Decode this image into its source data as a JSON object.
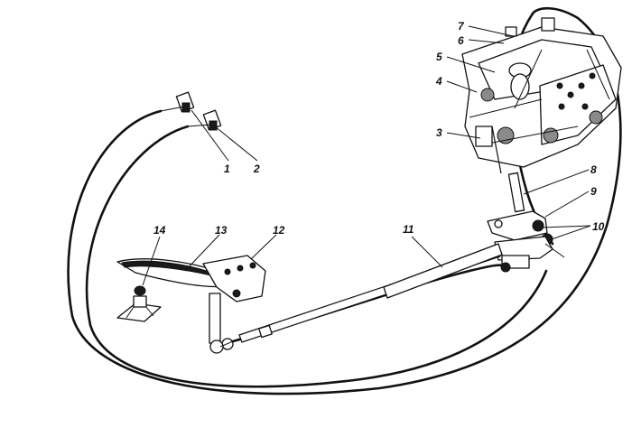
{
  "callouts": [
    {
      "id": "1",
      "text": "1"
    },
    {
      "id": "2",
      "text": "2"
    },
    {
      "id": "3",
      "text": "3"
    },
    {
      "id": "4",
      "text": "4"
    },
    {
      "id": "5",
      "text": "5"
    },
    {
      "id": "6",
      "text": "6"
    },
    {
      "id": "7",
      "text": "7"
    },
    {
      "id": "8",
      "text": "8"
    },
    {
      "id": "9",
      "text": "9"
    },
    {
      "id": "10",
      "text": "10"
    },
    {
      "id": "11",
      "text": "11"
    },
    {
      "id": "12",
      "text": "12"
    },
    {
      "id": "13",
      "text": "13"
    },
    {
      "id": "14",
      "text": "14"
    }
  ],
  "colors": {
    "ink": "#111111",
    "background": "#ffffff"
  }
}
